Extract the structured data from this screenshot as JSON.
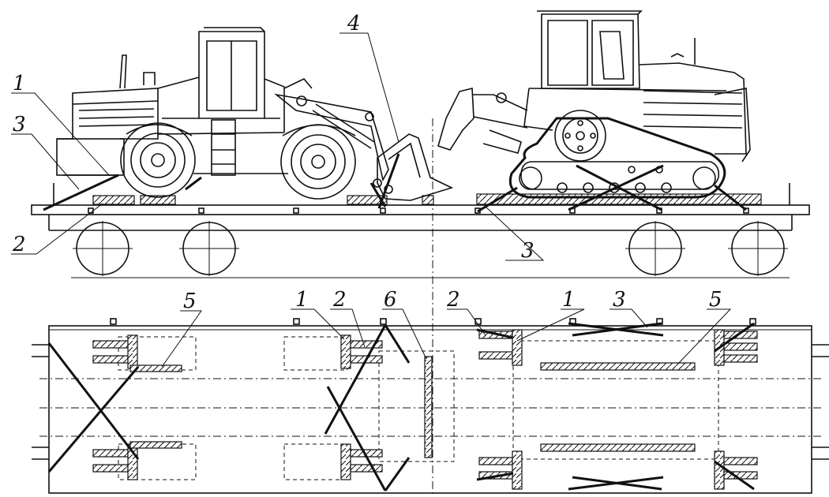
{
  "callouts": {
    "side_loader_chock": "1",
    "side_lashing_left": "3",
    "side_bucket": "4",
    "side_floor_bar": "2",
    "side_lashing_right": "3",
    "top_left_bar": "5",
    "top_mid_chock": "1",
    "top_mid_bar": "2",
    "top_bucket_beam": "6",
    "top_right_bar": "2",
    "top_right_chock": "1",
    "top_right_lashing": "3",
    "top_right_long_bar": "5"
  }
}
